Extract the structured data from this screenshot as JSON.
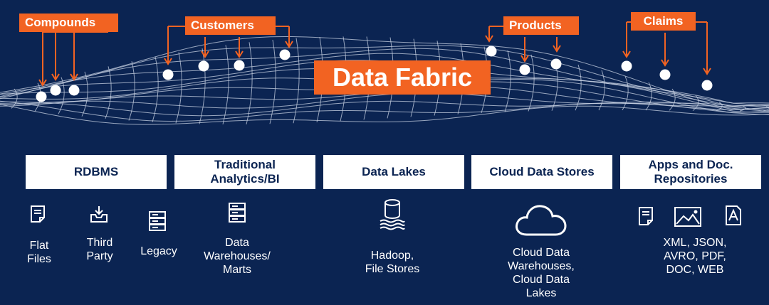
{
  "title": "Data Fabric",
  "tags": {
    "compounds": "Compounds",
    "customers": "Customers",
    "products": "Products",
    "claims": "Claims"
  },
  "categories": {
    "rdbms": "RDBMS",
    "traditional_line1": "Traditional",
    "traditional_line2": "Analytics/BI",
    "data_lakes": "Data Lakes",
    "cloud_stores": "Cloud Data Stores",
    "apps_line1": "Apps and Doc.",
    "apps_line2": "Repositories"
  },
  "sources": {
    "flat_files": [
      "Flat",
      "Files"
    ],
    "third_party": [
      "Third",
      "Party"
    ],
    "legacy": "Legacy",
    "warehouses": [
      "Data",
      "Warehouses/",
      "Marts"
    ],
    "hadoop": [
      "Hadoop,",
      "File Stores"
    ],
    "cloud": [
      "Cloud Data",
      "Warehouses,",
      "Cloud Data",
      "Lakes"
    ],
    "formats": [
      "XML, JSON,",
      "AVRO, PDF,",
      "DOC, WEB"
    ]
  },
  "icons": [
    "flat-file-icon",
    "inbox-tray-icon",
    "server-icon",
    "database-icon",
    "cloud-icon",
    "document-icon",
    "image-icon",
    "text-document-icon"
  ],
  "colors": {
    "background": "#0b2452",
    "accent": "#f26322",
    "foreground": "#ffffff"
  }
}
